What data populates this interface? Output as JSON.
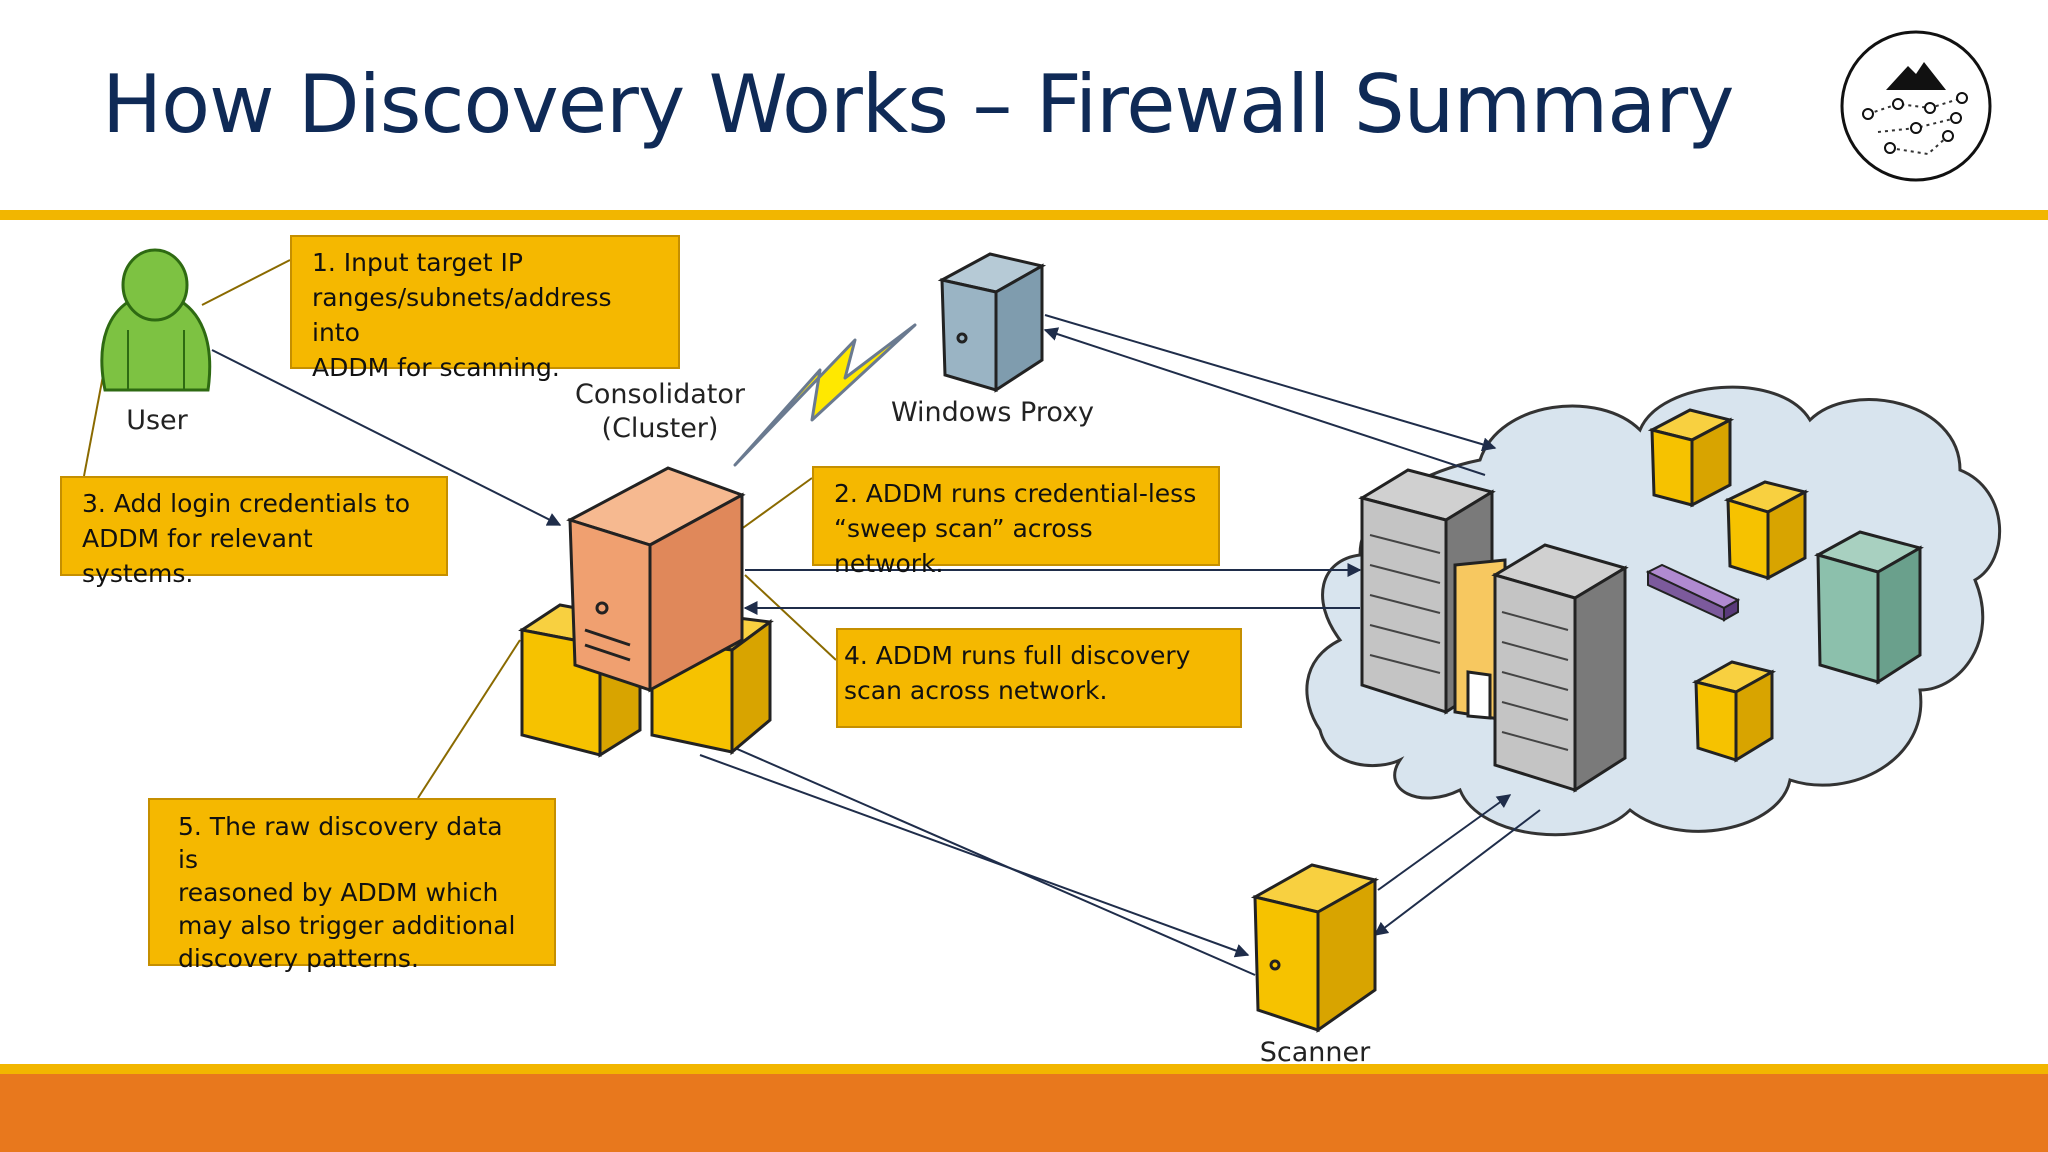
{
  "title": "How Discovery Works – Firewall Summary",
  "nodes": {
    "user": "User",
    "consolidator": "Consolidator\n(Cluster)",
    "windows_proxy": "Windows Proxy",
    "scanner": "Scanner"
  },
  "callouts": [
    {
      "id": "step1",
      "text": "1. Input target IP\nranges/subnets/address into\nADDM for scanning."
    },
    {
      "id": "step2",
      "text": "2. ADDM runs credential-less\n“sweep scan” across network."
    },
    {
      "id": "step3",
      "text": "3. Add login credentials to\nADDM for relevant systems."
    },
    {
      "id": "step4",
      "text": "4. ADDM runs full discovery\nscan across network."
    },
    {
      "id": "step5",
      "text": "5. The raw discovery data is\nreasoned by ADDM which\nmay also trigger additional\ndiscovery patterns."
    }
  ],
  "colors": {
    "title": "#0f2a56",
    "accent_bar": "#f2b600",
    "footer": "#e8781d",
    "callout_fill": "#f5b800",
    "server_yellow": "#f6c200",
    "consolidator": "#f0a070",
    "proxy": "#9ab4c4",
    "user": "#7dc242",
    "cloud": "#d8e4ee"
  },
  "icons": [
    "user-icon",
    "server-icon",
    "lightning-icon",
    "cloud-icon",
    "rack-server-icon",
    "network-switch-icon",
    "logo-icon"
  ]
}
